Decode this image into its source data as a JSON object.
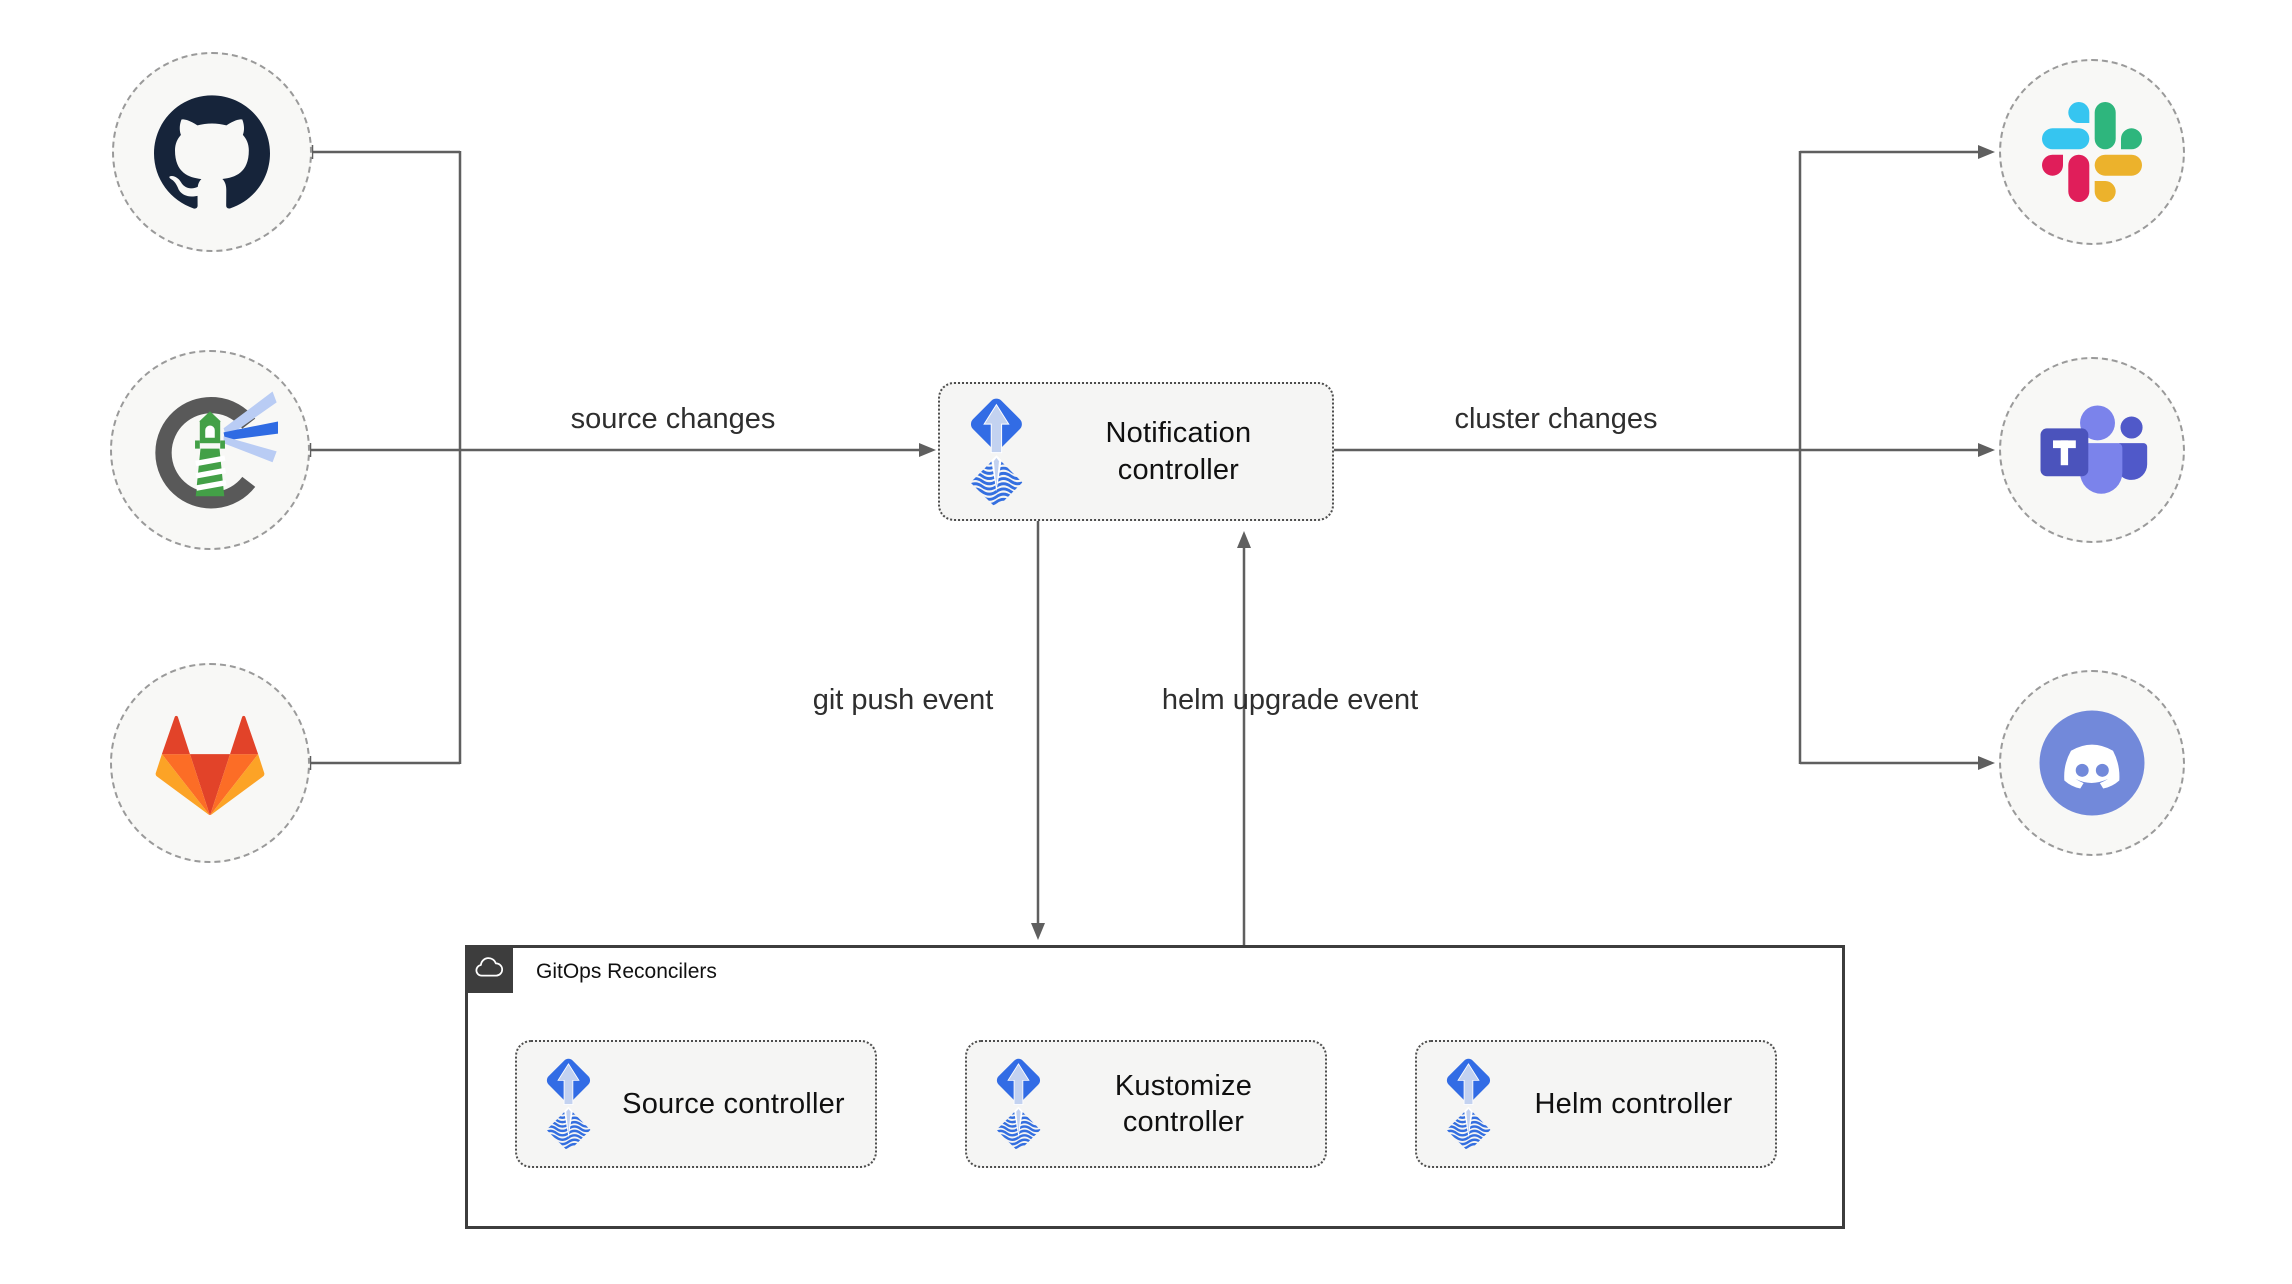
{
  "nodes": {
    "sources": [
      {
        "icon": "github-icon"
      },
      {
        "icon": "harbor-icon"
      },
      {
        "icon": "gitlab-icon"
      }
    ],
    "notification": {
      "label": "Notification controller",
      "icon": "flux-icon"
    },
    "notifiers": [
      {
        "icon": "slack-icon"
      },
      {
        "icon": "teams-icon"
      },
      {
        "icon": "discord-icon"
      }
    ],
    "reconcilers": {
      "title": "GitOps Reconcilers",
      "badge_icon": "cloud-icon",
      "items": [
        {
          "label": "Source controller",
          "icon": "flux-icon"
        },
        {
          "label": "Kustomize controller",
          "icon": "flux-icon"
        },
        {
          "label": "Helm controller",
          "icon": "flux-icon"
        }
      ]
    }
  },
  "edges": {
    "source_changes": "source changes",
    "cluster_changes": "cluster changes",
    "git_push_event": "git push event",
    "helm_upgrade_event": "helm upgrade event"
  },
  "colors": {
    "wire": "#5f5f5f",
    "node_fill": "#f5f5f4",
    "node_border": "#4d4d4d",
    "circle_fill": "#f8f8f6",
    "circle_border": "#9a9a9a",
    "container_border": "#3d3d3d",
    "badge_bg": "#3d3d3d",
    "flux_blue": "#326ce5",
    "slack_colors": [
      "#36c5f0",
      "#2eb67d",
      "#e01e5a",
      "#ecb22c"
    ],
    "gitlab_colors": [
      "#e24329",
      "#fc6d26",
      "#fca326"
    ],
    "teams_purple": "#4b53bc",
    "discord_blurple": "#7289da",
    "label_text": "#2e2e2e"
  }
}
